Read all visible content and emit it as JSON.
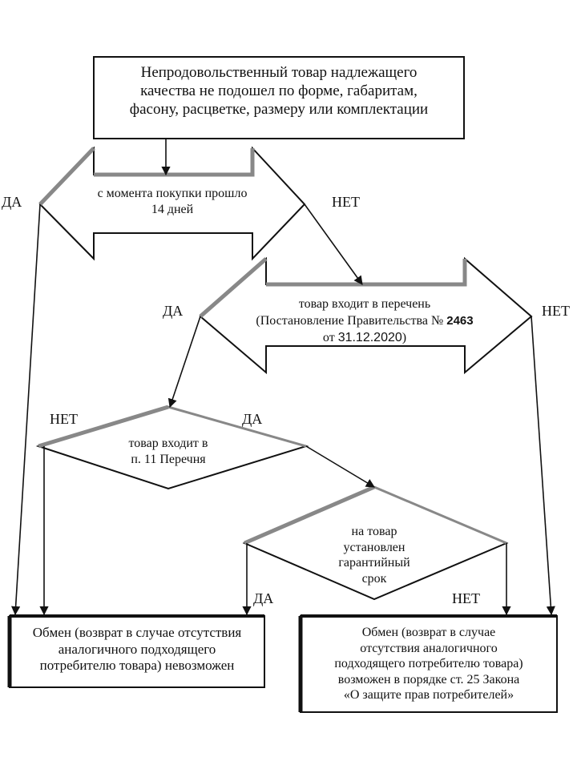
{
  "top_box": {
    "lines": [
      "Непродовольственный товар надлежащего",
      "качества не подошел по форме, габаритам,",
      "фасону, расцветке, размеру или комплектации"
    ]
  },
  "arrow1": {
    "lines": [
      "с момента покупки прошло",
      "14 дней"
    ],
    "yes_label": "ДА",
    "no_label": "НЕТ"
  },
  "arrow2": {
    "line1": "товар входит в перечень",
    "line2_prefix": "(Постановление Правительства № ",
    "decree_number": "2463",
    "line3_prefix": "от ",
    "decree_date": "31.12.2020",
    "line3_suffix": ")",
    "yes_label": "ДА",
    "no_label": "НЕТ"
  },
  "diamond1": {
    "lines": [
      "товар входит в",
      "п. 11 Перечня"
    ],
    "no_label": "НЕТ",
    "yes_label": "ДА"
  },
  "diamond2": {
    "lines": [
      "на товар",
      "установлен",
      "гарантийный",
      "срок"
    ],
    "yes_label": "ДА",
    "no_label": "НЕТ"
  },
  "result_left": {
    "lines": [
      "Обмен (возврат в случае отсутствия",
      "аналогичного подходящего",
      "потребителю товара) невозможен"
    ]
  },
  "result_right": {
    "lines": [
      "Обмен (возврат в случае",
      "отсутствия аналогичного",
      "подходящего потребителю товара)",
      "возможен в порядке ст. 25 Закона",
      "«О защите прав потребителей»"
    ]
  },
  "colors": {
    "line": "#111111",
    "shadow": "#888888",
    "background": "#ffffff"
  }
}
